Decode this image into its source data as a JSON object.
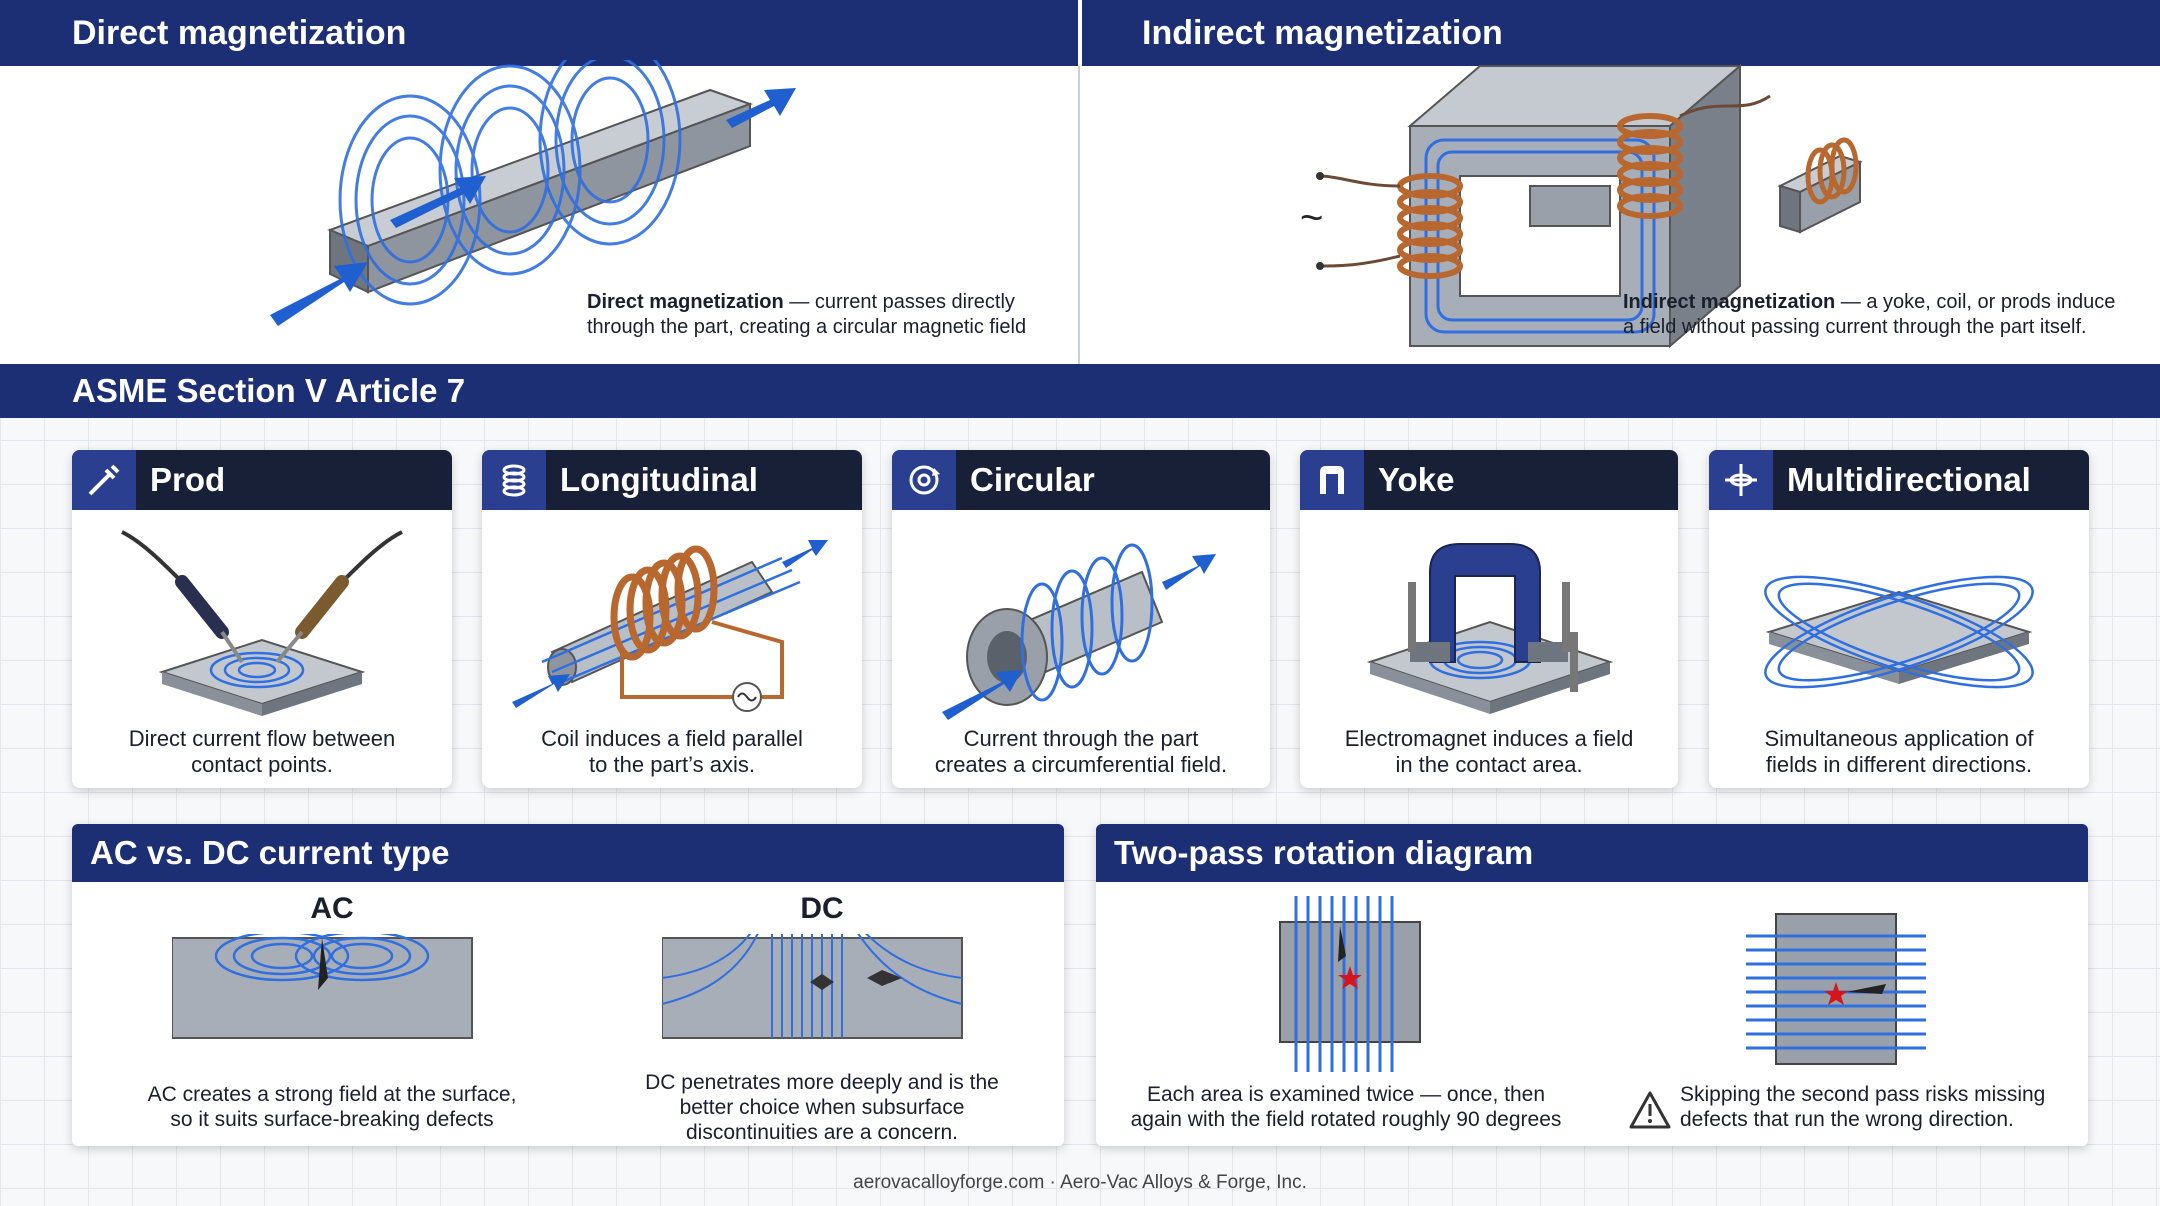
{
  "top_left": {
    "title": "Direct magnetization",
    "caption_bold": "Direct magnetization",
    "caption_line1": " — current passes directly",
    "caption_line2": "through the part, creating a circular magnetic field"
  },
  "top_right": {
    "title": "Indirect magnetization",
    "caption_bold": "Indirect magnetization",
    "caption_line1": " — a yoke, coil, or prods induce",
    "caption_line2": "a field without passing current through the part itself.",
    "ac_symbol": "~"
  },
  "section": {
    "title": "ASME Section V Article 7"
  },
  "methods": [
    {
      "title": "Prod",
      "icon": "prod-icon",
      "caption_line1": "Direct current flow between",
      "caption_line2": "contact points."
    },
    {
      "title": "Longitudinal",
      "icon": "coil-icon",
      "caption_line1": "Coil induces a field parallel",
      "caption_line2": "to the part’s axis."
    },
    {
      "title": "Circular",
      "icon": "circular-arrows-icon",
      "caption_line1": "Current through the part",
      "caption_line2": "creates a circumferential field."
    },
    {
      "title": "Yoke",
      "icon": "yoke-icon",
      "caption_line1": "Electromagnet induces a field",
      "caption_line2": "in the contact area."
    },
    {
      "title": "Multidirectional",
      "icon": "crosshair-icon",
      "caption_line1": "Simultaneous application of",
      "caption_line2": "fields in different directions."
    }
  ],
  "acdc": {
    "title": "AC vs. DC current type",
    "ac_label": "AC",
    "dc_label": "DC",
    "ac_caption_line1": "AC creates a strong field at the surface,",
    "ac_caption_line2": "so it suits surface-breaking defects",
    "dc_caption_line1": "DC penetrates more deeply and is the",
    "dc_caption_line2": "better choice when subsurface",
    "dc_caption_line3": "discontinuities are a concern."
  },
  "twopass": {
    "title": "Two-pass rotation diagram",
    "left_caption_line1": "Each area is examined twice — once, then",
    "left_caption_line2": "again with the field rotated roughly 90 degrees",
    "right_caption_line1": "Skipping the second pass risks missing",
    "right_caption_line2": "defects that run the wrong direction.",
    "warning_icon": "warning-icon"
  },
  "footer": {
    "text": "aerovacalloyforge.com · Aero-Vac Alloys & Forge, Inc."
  },
  "colors": {
    "navy": "#1c2e74",
    "dark_header": "#182038",
    "field_blue": "#2f6fe0",
    "copper": "#b8672e",
    "defect_red": "#d4161c"
  }
}
